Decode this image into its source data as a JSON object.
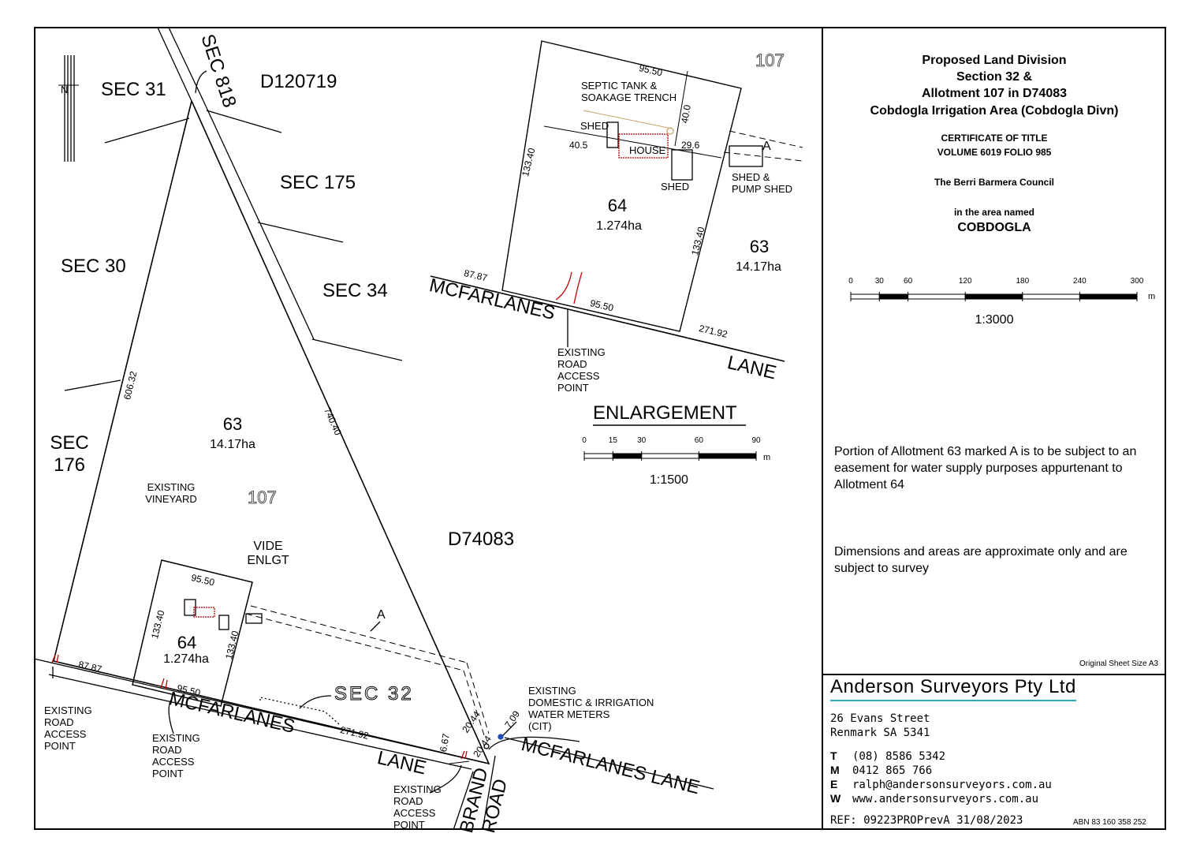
{
  "title_block": {
    "title_lines": [
      "Proposed Land Division",
      "Section 32 &",
      "Allotment 107 in D74083",
      "Cobdogla Irrigation Area (Cobdogla Divn)"
    ],
    "certificate_lines": [
      "CERTIFICATE OF TITLE",
      "VOLUME 6019 FOLIO 985"
    ],
    "council": "The Berri Barmera Council",
    "area_intro": "in the area named",
    "area_name": "COBDOGLA",
    "scale_ticks": [
      "0",
      "30",
      "60",
      "120",
      "180",
      "240",
      "300"
    ],
    "scale_unit": "m",
    "scale_ratio": "1:3000",
    "note_easement": "Portion of Allotment 63 marked A is to be subject to an easement for water supply purposes appurtenant to Allotment 64",
    "note_dimensions": "Dimensions and areas are approximate only and are subject to survey",
    "sheet_size": "Original Sheet Size A3"
  },
  "company": {
    "name": "Anderson Surveyors Pty Ltd",
    "address_line1": "26 Evans Street",
    "address_line2": "Renmark SA 5341",
    "phone_key": "T",
    "phone": "(08) 8586 5342",
    "mobile_key": "M",
    "mobile": "0412 865 766",
    "email_key": "E",
    "email": "ralph@andersonsurveyors.com.au",
    "web_key": "W",
    "web": "www.andersonsurveyors.com.au",
    "ref": "REF: 09223PROPrevA  31/08/2023",
    "abn": "ABN 83 160 358 252"
  },
  "main_plan": {
    "north": "N",
    "sections": {
      "sec31": "SEC 31",
      "sec818": "SEC 818",
      "d120719": "D120719",
      "sec175": "SEC 175",
      "sec30": "SEC 30",
      "sec34": "SEC 34",
      "sec176a": "SEC",
      "sec176b": "176",
      "d74083": "D74083",
      "sec32": "SEC 32",
      "lot107": "107"
    },
    "allotment_63": {
      "number": "63",
      "area": "14.17ha"
    },
    "allotment_64": {
      "number": "64",
      "area": "1.274ha"
    },
    "existing_vineyard": [
      "EXISTING",
      "VINEYARD"
    ],
    "vide": [
      "VIDE",
      "ENLGT"
    ],
    "easement_mark": "A",
    "dimensions": {
      "west": "606.32",
      "east": "740.40",
      "lot64_top": "95.50",
      "lot64_left": "133.40",
      "lot64_right": "133.40",
      "front_left": "87.87",
      "front_lot64": "95.50",
      "front_right": "271.92",
      "d1": "20.44",
      "d2": "20.44",
      "d3": "7.09",
      "d4": "6.67"
    },
    "roads": {
      "mcfarlanes": "MCFARLANES",
      "lane": "LANE",
      "mcfarlanes_lane": "MCFARLANES LANE",
      "brand": "BRAND",
      "road": "ROAD"
    },
    "access_points": [
      "EXISTING",
      "ROAD",
      "ACCESS",
      "POINT"
    ],
    "meters": [
      "EXISTING",
      "DOMESTIC & IRRIGATION",
      "WATER METERS",
      "(CIT)"
    ]
  },
  "enlargement": {
    "heading": "ENLARGEMENT",
    "scale_ticks": [
      "0",
      "15",
      "30",
      "60",
      "90"
    ],
    "scale_unit": "m",
    "scale_ratio": "1:1500",
    "lot107": "107",
    "septic": [
      "SEPTIC TANK &",
      "SOAKAGE TRENCH"
    ],
    "shed1": "SHED",
    "house": "HOUSE",
    "shed2": "SHED",
    "shed_pump": [
      "SHED &",
      "PUMP SHED"
    ],
    "easement_mark": "A",
    "allotment_64": {
      "number": "64",
      "area": "1.274ha"
    },
    "allotment_63": {
      "number": "63",
      "area": "14.17ha"
    },
    "dimensions": {
      "top": "95.50",
      "setback": "40.0",
      "left_offset": "40.5",
      "right_offset": "29.6",
      "left": "133.40",
      "right": "133.40",
      "front_left": "87.87",
      "front": "95.50",
      "front_right": "271.92"
    },
    "roads": {
      "mcfarlanes": "MCFARLANES",
      "lane": "LANE"
    },
    "access_point": [
      "EXISTING",
      "ROAD",
      "ACCESS",
      "POINT"
    ]
  }
}
